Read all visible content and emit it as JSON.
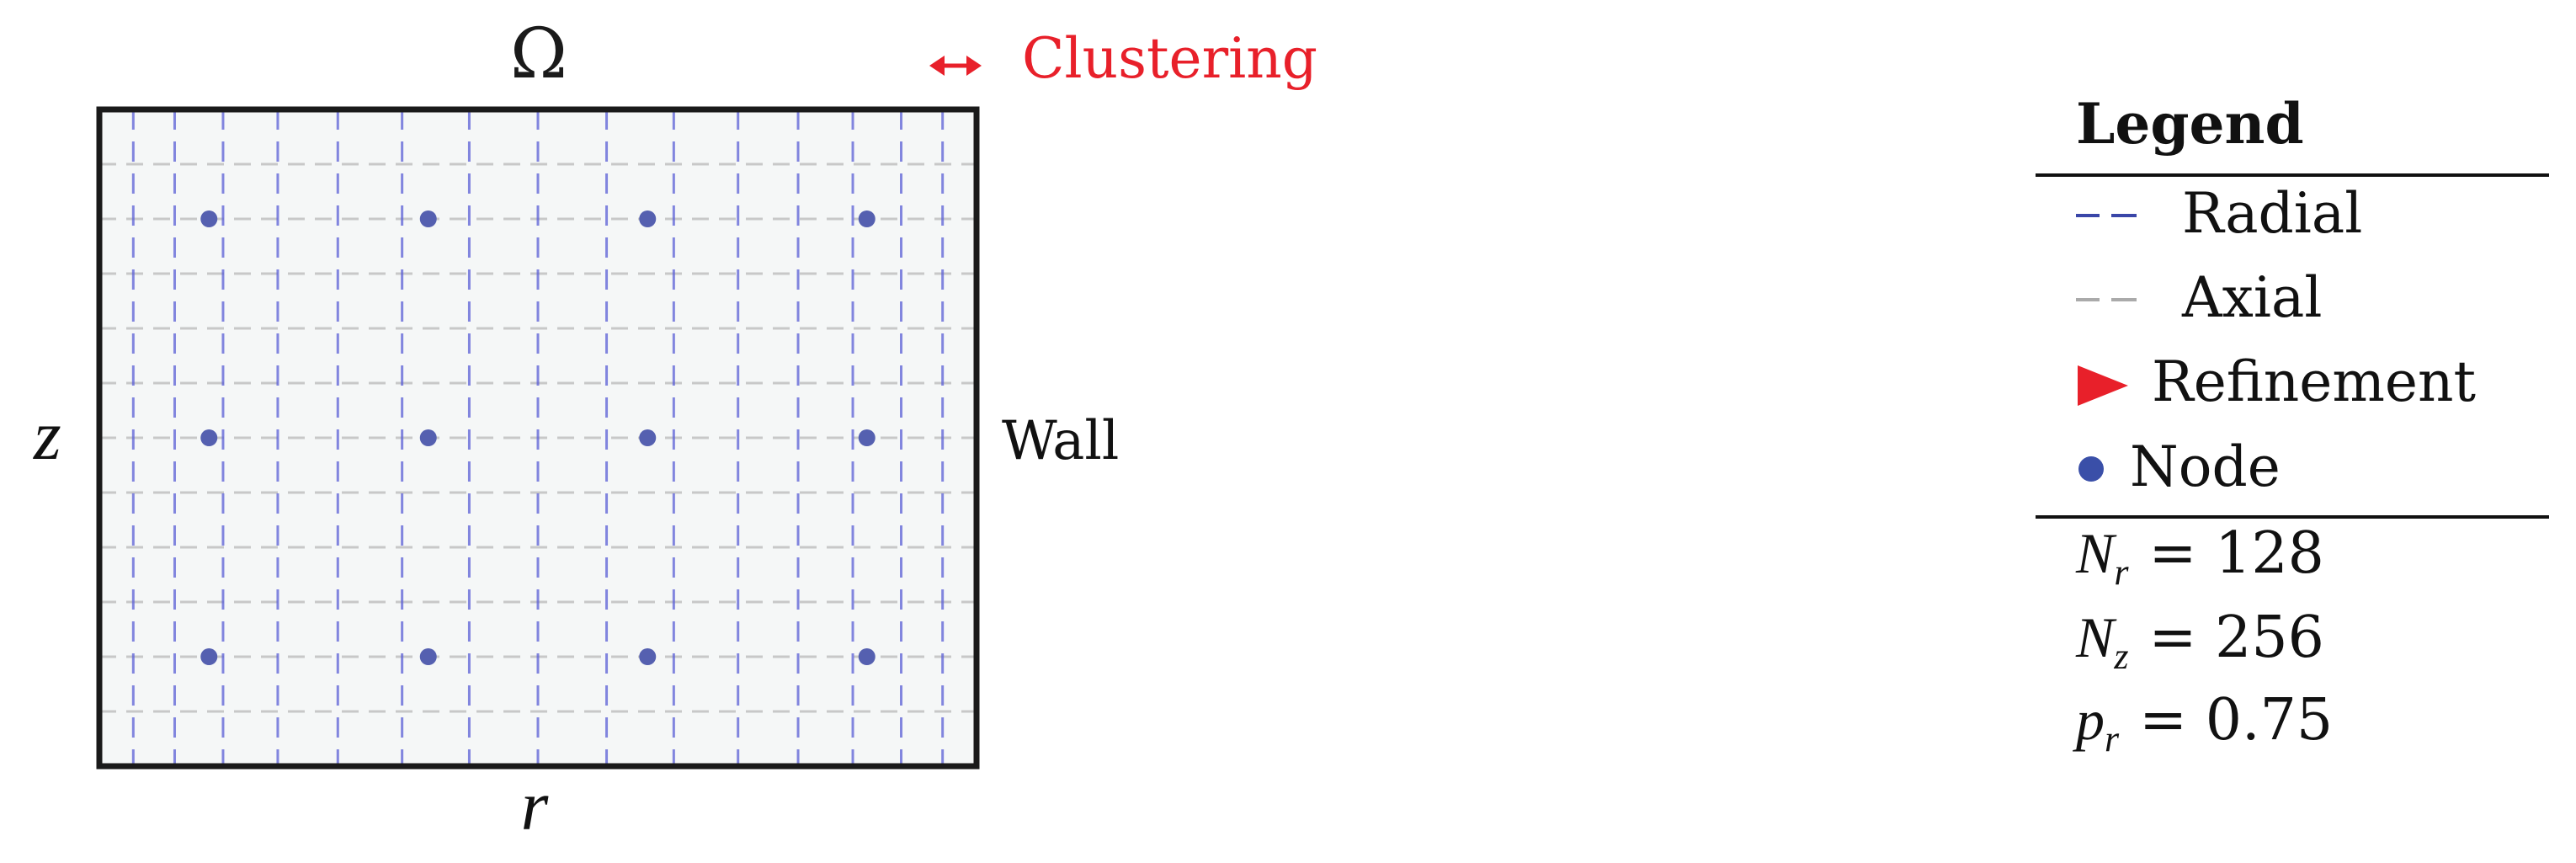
{
  "diagram": {
    "domain_label": "Ω",
    "clustering_label": "Clustering",
    "clustering_icon": "double-arrow-icon",
    "wall_label": "Wall",
    "axis_r": "r",
    "axis_z": "z",
    "colors": {
      "radial": "#5b5fd6",
      "axial": "#c8c8c8",
      "node": "#5560b0",
      "refinement": "#e8202a",
      "domain_fill": "#f5f7f7",
      "border": "#1a1a1a"
    },
    "radial_lines": 16,
    "axial_lines": 12,
    "node_rows": 3,
    "node_cols": 4
  },
  "legend": {
    "title": "Legend",
    "items": [
      {
        "label": "Radial",
        "symbol": "radial-dash-icon"
      },
      {
        "label": "Axial",
        "symbol": "axial-dash-icon"
      },
      {
        "label": "Refinement",
        "symbol": "triangle-right-icon"
      },
      {
        "label": "Node",
        "symbol": "dot-icon"
      }
    ],
    "params": [
      {
        "sym": "N",
        "sub": "r",
        "value": "= 128"
      },
      {
        "sym": "N",
        "sub": "z",
        "value": "= 256"
      },
      {
        "sym": "p",
        "sub": "r",
        "value": "= 0.75"
      }
    ]
  }
}
